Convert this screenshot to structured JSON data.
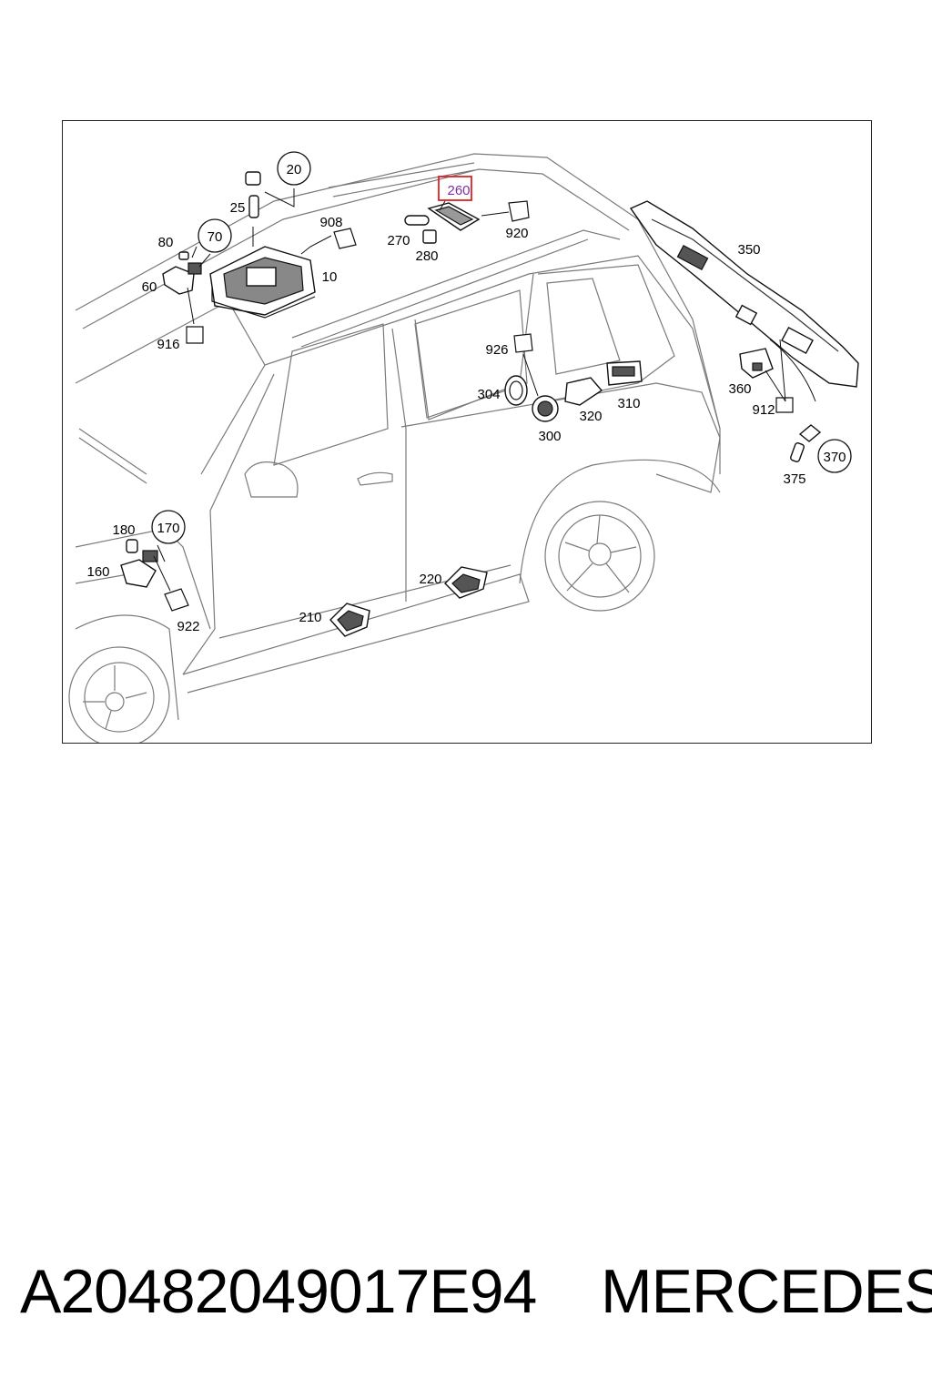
{
  "diagram": {
    "labels": {
      "l10": "10",
      "l20": "20",
      "l25": "25",
      "l60": "60",
      "l70": "70",
      "l80": "80",
      "l160": "160",
      "l170": "170",
      "l180": "180",
      "l210": "210",
      "l220": "220",
      "l260": "260",
      "l270": "270",
      "l280": "280",
      "l300": "300",
      "l304": "304",
      "l310": "310",
      "l320": "320",
      "l350": "350",
      "l360": "360",
      "l370": "370",
      "l375": "375",
      "l908": "908",
      "l912": "912",
      "l916": "916",
      "l920": "920",
      "l922": "922",
      "l926": "926"
    },
    "highlighted_part": "260",
    "highlight_color": "#e02020"
  },
  "footer": {
    "part_number": "A20482049017E94",
    "brand": "MERCEDES"
  }
}
